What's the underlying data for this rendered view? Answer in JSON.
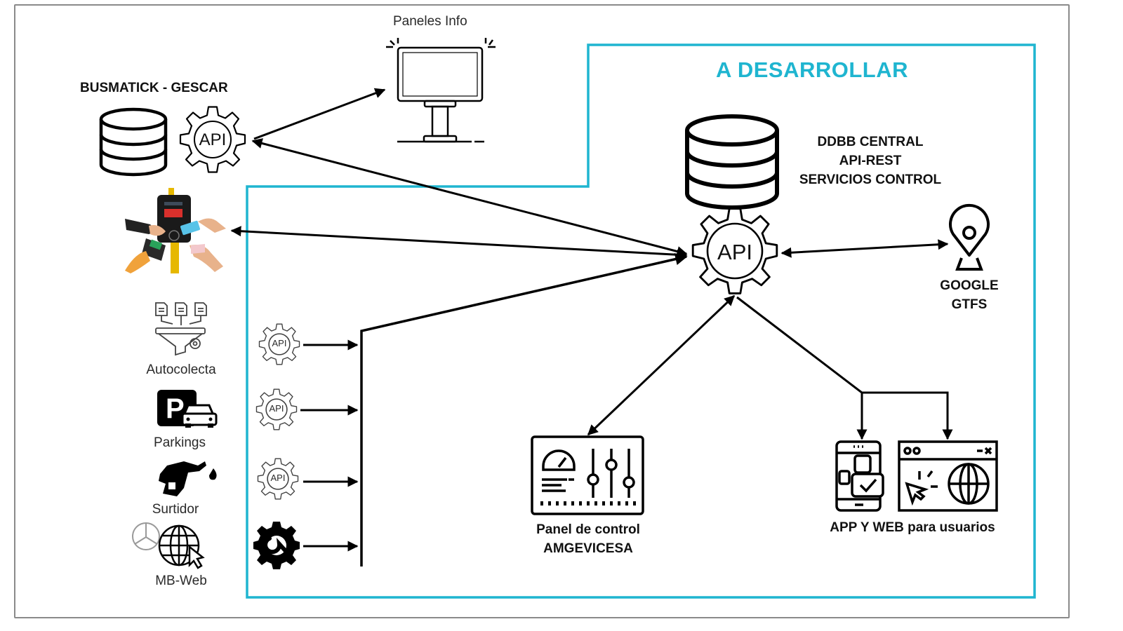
{
  "diagram": {
    "region_title": "A DESARROLLAR",
    "colors": {
      "region_border": "#1fb5d0",
      "region_title": "#1fb5d0",
      "frame_border": "#8a8a8a",
      "stroke": "#000000"
    },
    "nodes": {
      "busmatick": {
        "label": "BUSMATICK - GESCAR",
        "api_text": "API"
      },
      "paneles": {
        "label": "Paneles Info"
      },
      "ticketing": {
        "label": ""
      },
      "autocolecta": {
        "label": "Autocolecta"
      },
      "parkings": {
        "label": "Parkings"
      },
      "surtidor": {
        "label": "Surtidor"
      },
      "mbweb": {
        "label": "MB-Web"
      },
      "central": {
        "lines": [
          "DDBB CENTRAL",
          "API-REST",
          "SERVICIOS CONTROL"
        ],
        "api_text": "API"
      },
      "google": {
        "lines": [
          "GOOGLE",
          "GTFS"
        ]
      },
      "panel_control": {
        "lines": [
          "Panel de control",
          "AMGEVICESA"
        ]
      },
      "app_web": {
        "label": "APP Y WEB para usuarios"
      },
      "connector_apis": [
        "API",
        "API",
        "API"
      ]
    },
    "edges": [
      {
        "from": "central-api",
        "to": "busmatick-api",
        "direction": "both"
      },
      {
        "from": "busmatick-api",
        "to": "paneles",
        "direction": "forward"
      },
      {
        "from": "central-api",
        "to": "ticketing",
        "direction": "both"
      },
      {
        "from": "collector-bus",
        "to": "central-api",
        "direction": "forward"
      },
      {
        "from": "central-api",
        "to": "google",
        "direction": "both"
      },
      {
        "from": "central-api",
        "to": "panel-control",
        "direction": "both"
      },
      {
        "from": "central-api",
        "to": "app-mobile",
        "direction": "forward"
      },
      {
        "from": "central-api",
        "to": "app-web",
        "direction": "forward"
      },
      {
        "from": "connector-api-1",
        "to": "collector-bus",
        "direction": "forward"
      },
      {
        "from": "connector-api-2",
        "to": "collector-bus",
        "direction": "forward"
      },
      {
        "from": "connector-api-3",
        "to": "collector-bus",
        "direction": "forward"
      },
      {
        "from": "connector-tool",
        "to": "collector-bus",
        "direction": "forward"
      }
    ]
  }
}
